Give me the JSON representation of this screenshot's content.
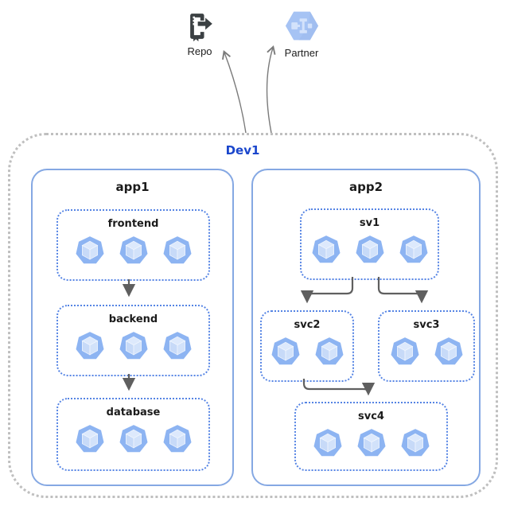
{
  "boundary": {
    "label": "Dev1"
  },
  "external_nodes": {
    "repo": {
      "label": "Repo"
    },
    "partner": {
      "label": "Partner"
    }
  },
  "apps": [
    {
      "label": "app1",
      "services": [
        {
          "label": "frontend",
          "pods": 3
        },
        {
          "label": "backend",
          "pods": 3
        },
        {
          "label": "database",
          "pods": 3
        }
      ]
    },
    {
      "label": "app2",
      "services": [
        {
          "label": "sv1",
          "pods": 3
        },
        {
          "label": "svc2",
          "pods": 2
        },
        {
          "label": "svc3",
          "pods": 2
        },
        {
          "label": "svc4",
          "pods": 3
        }
      ]
    }
  ],
  "connections": [
    {
      "from": "frontend",
      "to": "backend"
    },
    {
      "from": "backend",
      "to": "database"
    },
    {
      "from": "sv1",
      "to": "svc2"
    },
    {
      "from": "sv1",
      "to": "svc3"
    },
    {
      "from": "svc2",
      "to": "svc4"
    },
    {
      "from": "Dev1",
      "to": "Repo"
    },
    {
      "from": "Dev1",
      "to": "Partner"
    }
  ],
  "colors": {
    "boundary_label": "#1a46cc",
    "boundary_border": "#bfbfbf",
    "app_border": "#85a8e3",
    "service_border": "#5584e4",
    "arrow": "#5f5f5f",
    "pod_heptagon": "#8db4f2",
    "pod_cube": "#d2e2fa",
    "partner_hexagon": "#a6c3f4",
    "repo_icon": "#3b4043"
  }
}
